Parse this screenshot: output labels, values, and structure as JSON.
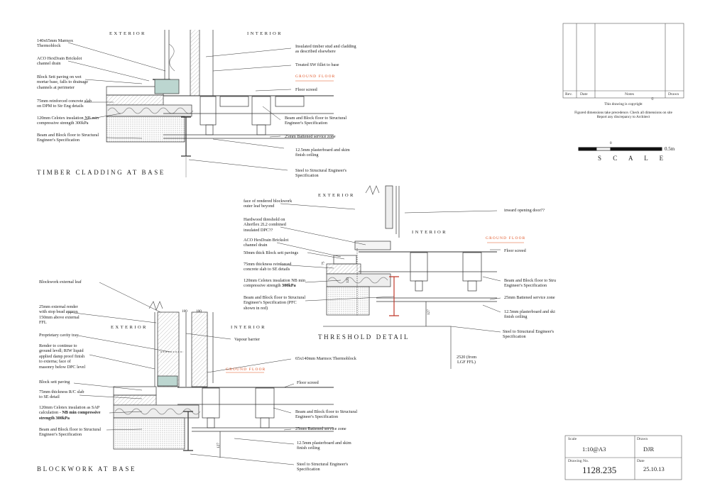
{
  "details": {
    "timber": {
      "title": "TIMBER CLADDING AT BASE",
      "exterior": "EXTERIOR",
      "interior": "INTERIOR",
      "ground_floor": "GROUND FLOOR",
      "left_notes": [
        "140x65mm Marmox\nThermoblock",
        "ACO HexDrain Brickslot\nchannel drain",
        "Block Sett paving on wet\nmortar base, falls to drainage\nchannels at perimeter",
        "75mm reinforced concrete slab\non DPM to Str Eng details",
        "120mm Celotex insulation NB min\ncompressive strength 300kPa",
        "Beam and Block floor to Structural\nEngineer's Specification"
      ],
      "right_notes": [
        "Insulated timber stud and cladding\nas described elsewhere",
        "Treated SW fillet to base",
        "Floor screed",
        "Beam and Block floor to Structural\nEngineer's Specification",
        "25mm Battened service zone",
        "12.5mm plasterboard and skim\nfinish ceiling",
        "Steel to Structural Engineer's\nSpecification"
      ]
    },
    "threshold": {
      "title": "THRESHOLD DETAIL",
      "exterior": "EXTERIOR",
      "interior": "INTERIOR",
      "ground_floor": "GROUND FLOOR",
      "left_notes": [
        "face of rendered blockwork\nouter leaf beyond",
        "Hardwood threshold on\nAlterflex 2L2 combined\ninsulated DPC??",
        "ACO HexDrain Brickslot\nchannel drain",
        "50mm thick Block sett pavings",
        "75mm thickness reinforced\nconcrete slab to SE details",
        "120mm Celotex insulation NB min\ncompressive strength ",
        "Beam and Block floor to Structural\nEngineer's Specification (PFC\nshown in red)"
      ],
      "bold_300": "300kPa",
      "right_notes": [
        "inward opening door??",
        "Floor screed",
        "Beam and Block floor to Stru\nEngineer's Specification",
        "25mm Battened service zone",
        "12.5mm plasterboard and ski\nfinish ceiling",
        "Steel to Structural Engineer's\nSpecification"
      ],
      "level_note": "2520 (from\nLGF FFL)",
      "dims": [
        "75",
        "120",
        "127"
      ]
    },
    "blockwork": {
      "title": "BLOCKWORK AT BASE",
      "exterior": "EXTERIOR",
      "interior": "INTERIOR",
      "ground_floor": "GROUND FLOOR",
      "left_notes": [
        "Blockwork external leaf",
        "25mm external render\nwith stop bead approx\n150mm above external\nFFL",
        "Proprietary cavity tray",
        "Render to continue to\nground levdl; RIW liquid\napplied damp proof finish\nto externa; face of\nmasonry below DPC level",
        "Block sett paving",
        "75mm thickness R/C slab\nto SE detail",
        "120mm Celotex insulation as SAP\ncalculation - ",
        "Beam and Block floor to Structural\nEngineer's Specification"
      ],
      "bold_note": "NB min compressive\nstrength 300kPa",
      "right_notes": [
        "Vapour barrier",
        "65x140mm Marmox Thermoblock",
        "Floor screed",
        "Beam and Block floor to Structural\nEngineer's Specification",
        "25mm Battened service zone",
        "12.5mm plasterboard and skim\nfinish ceiling",
        "Steel to Structural Engineer's\nSpecification"
      ],
      "dims": [
        "100",
        "100",
        "127"
      ]
    }
  },
  "revision_box": {
    "columns": [
      "Rev.",
      "Date",
      "Notes",
      "Drawn"
    ],
    "copyright": "This drawing is copyright",
    "copyright_mark": "©",
    "disclaimer": "Figured dimensions take precedence. Check all dimensions on site\nReport any discrepancy to Architect"
  },
  "scale_bar": {
    "label": "S C A L E",
    "end_value": "0.5m",
    "start_value": "0"
  },
  "title_block": {
    "scale_label": "Scale",
    "scale_value": "1:10@A3",
    "drawn_label": "Drawn",
    "drawn_value": "DJR",
    "number_label": "Drawing No.",
    "number_value": "1128.235",
    "date_label": "Date",
    "date_value": "25.10.13"
  },
  "colors": {
    "line": "#333333",
    "ground_floor": "#e0501f",
    "insulation": "#e6e6e6",
    "slab": "#bcd6d0"
  }
}
